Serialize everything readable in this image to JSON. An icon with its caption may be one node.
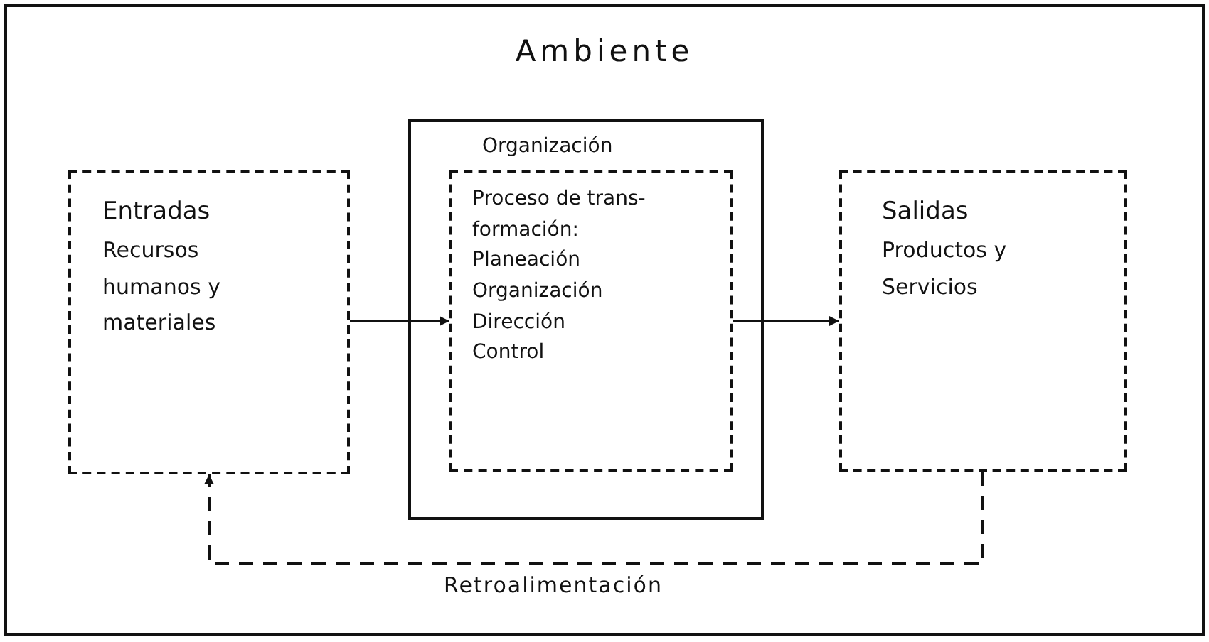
{
  "diagram": {
    "nodes": [
      {
        "text": [
          "Ambiente"
        ]
      },
      {
        "text": [
          "Entradas",
          "Recursos humanos y materiales"
        ],
        "in": 0
      },
      {
        "text": [
          "Organización"
        ],
        "in": 0
      },
      {
        "text": [
          "Proceso de trans- formación:",
          "Planeación",
          "Organización",
          "Dirección",
          "Control"
        ],
        "in": 2
      },
      {
        "text": [
          "Salidas",
          "Productos y Servicios"
        ],
        "in": 0
      }
    ],
    "edges": [
      {
        "from": 1,
        "to": 3,
        "arrow": "to"
      },
      {
        "from": 3,
        "to": 4,
        "arrow": "to"
      },
      {
        "from": 4,
        "to": 1,
        "arrow": "to",
        "style": "dashed",
        "label": "Retroalimentación"
      }
    ]
  }
}
